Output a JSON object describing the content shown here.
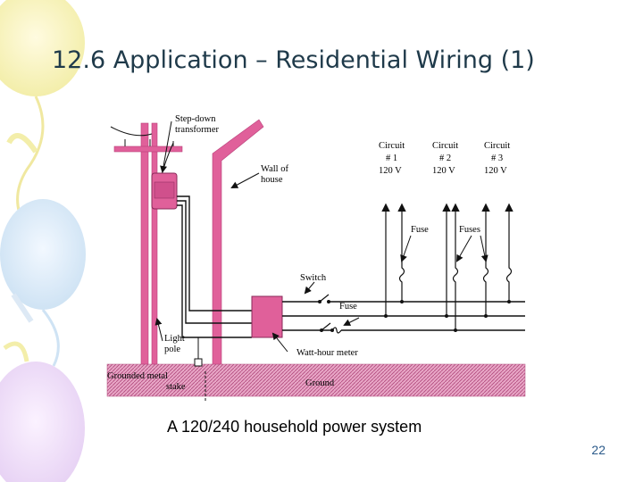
{
  "slide": {
    "title": "12.6 Application – Residential Wiring (1)",
    "caption": "A 120/240 household power system",
    "page_number": "22"
  },
  "diagram": {
    "labels": {
      "step_down_line1": "Step-down",
      "step_down_line2": "transformer",
      "wall_line1": "Wall of",
      "wall_line2": "house",
      "circuit1_line1": "Circuit",
      "circuit1_line2": "# 1",
      "circuit1_line3": "120 V",
      "circuit2_line1": "Circuit",
      "circuit2_line2": "# 2",
      "circuit2_line3": "120 V",
      "circuit3_line1": "Circuit",
      "circuit3_line2": "# 3",
      "circuit3_line3": "120 V",
      "fuse_top": "Fuse",
      "fuses": "Fuses",
      "switch": "Switch",
      "fuse_mid": "Fuse",
      "light_pole_line1": "Light",
      "light_pole_line2": "pole",
      "watt_hour_meter": "Watt-hour meter",
      "grounded_stake_line1": "Grounded metal",
      "grounded_stake_line2": "stake",
      "ground": "Ground"
    },
    "colors": {
      "pole": "#e0609a",
      "wire": "#111111",
      "ground_fill": "#c85a8c"
    }
  }
}
